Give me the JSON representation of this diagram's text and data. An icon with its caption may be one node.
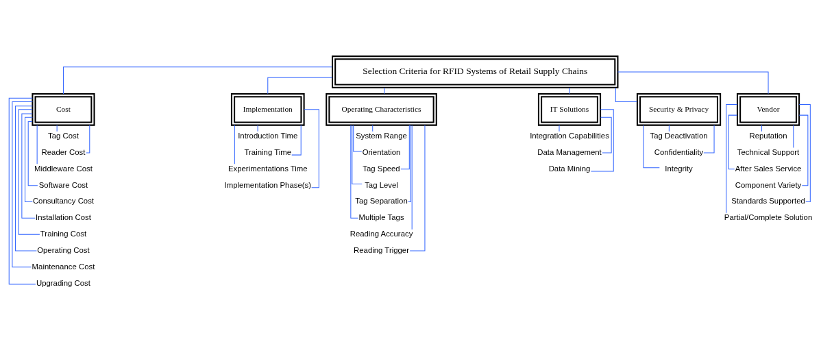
{
  "diagram": {
    "nodes": [
      {
        "text": [
          "Selection Criteria for RFID Systems of Retail Supply Chains"
        ]
      },
      {
        "text": [
          "Cost"
        ]
      },
      {
        "text": [
          "Tag Cost"
        ]
      },
      {
        "text": [
          "Reader Cost"
        ]
      },
      {
        "text": [
          "Middleware Cost"
        ]
      },
      {
        "text": [
          "Software Cost"
        ]
      },
      {
        "text": [
          "Consultancy Cost"
        ]
      },
      {
        "text": [
          "Installation Cost"
        ]
      },
      {
        "text": [
          "Training Cost"
        ]
      },
      {
        "text": [
          "Operating Cost"
        ]
      },
      {
        "text": [
          "Maintenance Cost"
        ]
      },
      {
        "text": [
          "Upgrading Cost"
        ]
      },
      {
        "text": [
          "Implementation"
        ]
      },
      {
        "text": [
          "Introduction Time"
        ]
      },
      {
        "text": [
          "Training Time"
        ]
      },
      {
        "text": [
          "Experimentations Time"
        ]
      },
      {
        "text": [
          "Implementation Phase(s)"
        ]
      },
      {
        "text": [
          "Operating Characteristics"
        ]
      },
      {
        "text": [
          "System Range"
        ]
      },
      {
        "text": [
          "Orientation"
        ]
      },
      {
        "text": [
          "Tag Speed"
        ]
      },
      {
        "text": [
          "Tag Level"
        ]
      },
      {
        "text": [
          "Tag Separation"
        ]
      },
      {
        "text": [
          "Multiple Tags"
        ]
      },
      {
        "text": [
          "Reading Accuracy"
        ]
      },
      {
        "text": [
          "Reading Trigger"
        ]
      },
      {
        "text": [
          "IT Solutions"
        ]
      },
      {
        "text": [
          "Integration Capabilities"
        ]
      },
      {
        "text": [
          "Data Management"
        ]
      },
      {
        "text": [
          "Data Mining"
        ]
      },
      {
        "text": [
          "Security & Privacy"
        ]
      },
      {
        "text": [
          "Tag Deactivation"
        ]
      },
      {
        "text": [
          "Confidentiality"
        ]
      },
      {
        "text": [
          "Integrity"
        ]
      },
      {
        "text": [
          "Vendor"
        ]
      },
      {
        "text": [
          "Reputation"
        ]
      },
      {
        "text": [
          "Technical Support"
        ]
      },
      {
        "text": [
          "After Sales Service"
        ]
      },
      {
        "text": [
          "Component Variety"
        ]
      },
      {
        "text": [
          "Standards Supported"
        ]
      },
      {
        "text": [
          "Partial/Complete Solution"
        ]
      }
    ],
    "edges": [
      {
        "from": 0,
        "to": 1,
        "arrow": "none"
      },
      {
        "from": 0,
        "to": 12,
        "arrow": "none"
      },
      {
        "from": 0,
        "to": 17,
        "arrow": "none"
      },
      {
        "from": 0,
        "to": 26,
        "arrow": "none"
      },
      {
        "from": 0,
        "to": 30,
        "arrow": "none"
      },
      {
        "from": 0,
        "to": 34,
        "arrow": "none"
      },
      {
        "from": 1,
        "to": 2,
        "arrow": "none"
      },
      {
        "from": 1,
        "to": 3,
        "arrow": "none"
      },
      {
        "from": 1,
        "to": 4,
        "arrow": "none"
      },
      {
        "from": 1,
        "to": 5,
        "arrow": "none"
      },
      {
        "from": 1,
        "to": 6,
        "arrow": "none"
      },
      {
        "from": 1,
        "to": 7,
        "arrow": "none"
      },
      {
        "from": 1,
        "to": 8,
        "arrow": "none"
      },
      {
        "from": 1,
        "to": 9,
        "arrow": "none"
      },
      {
        "from": 1,
        "to": 10,
        "arrow": "none"
      },
      {
        "from": 1,
        "to": 11,
        "arrow": "none"
      },
      {
        "from": 12,
        "to": 13,
        "arrow": "none"
      },
      {
        "from": 12,
        "to": 14,
        "arrow": "none"
      },
      {
        "from": 12,
        "to": 15,
        "arrow": "none"
      },
      {
        "from": 12,
        "to": 16,
        "arrow": "none"
      },
      {
        "from": 17,
        "to": 18,
        "arrow": "none"
      },
      {
        "from": 17,
        "to": 19,
        "arrow": "none"
      },
      {
        "from": 17,
        "to": 20,
        "arrow": "none"
      },
      {
        "from": 17,
        "to": 21,
        "arrow": "none"
      },
      {
        "from": 17,
        "to": 22,
        "arrow": "none"
      },
      {
        "from": 17,
        "to": 23,
        "arrow": "none"
      },
      {
        "from": 17,
        "to": 24,
        "arrow": "none"
      },
      {
        "from": 17,
        "to": 25,
        "arrow": "none"
      },
      {
        "from": 26,
        "to": 27,
        "arrow": "none"
      },
      {
        "from": 26,
        "to": 28,
        "arrow": "none"
      },
      {
        "from": 26,
        "to": 29,
        "arrow": "none"
      },
      {
        "from": 30,
        "to": 31,
        "arrow": "none"
      },
      {
        "from": 30,
        "to": 32,
        "arrow": "none"
      },
      {
        "from": 30,
        "to": 33,
        "arrow": "none"
      },
      {
        "from": 34,
        "to": 35,
        "arrow": "none"
      },
      {
        "from": 34,
        "to": 36,
        "arrow": "none"
      },
      {
        "from": 34,
        "to": 37,
        "arrow": "none"
      },
      {
        "from": 34,
        "to": 38,
        "arrow": "none"
      },
      {
        "from": 34,
        "to": 39,
        "arrow": "none"
      },
      {
        "from": 34,
        "to": 40,
        "arrow": "none"
      }
    ]
  }
}
